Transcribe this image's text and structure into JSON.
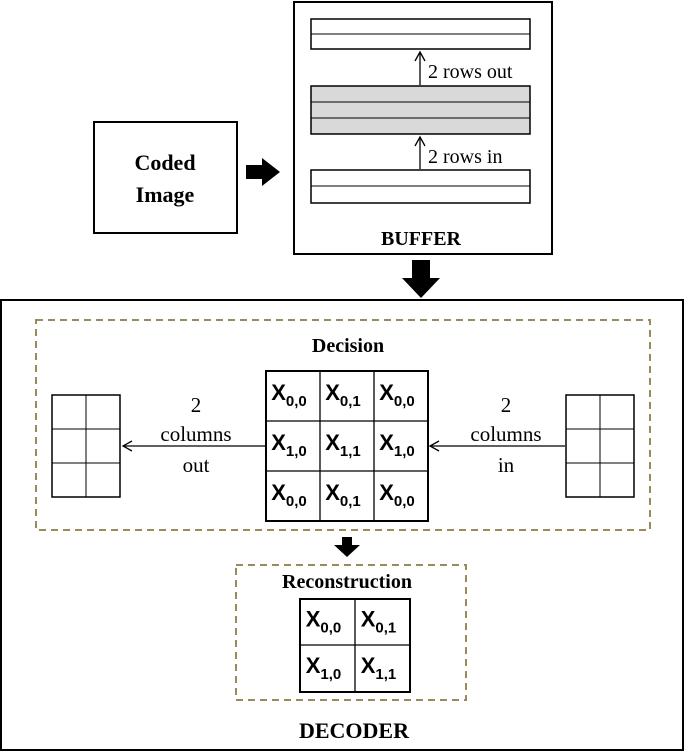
{
  "coded_image": {
    "line1": "Coded",
    "line2": "Image"
  },
  "buffer": {
    "title": "BUFFER",
    "rows_out_label": "2 rows out",
    "rows_in_label": "2 rows in"
  },
  "decoder": {
    "title": "DECODER",
    "decision": {
      "title": "Decision",
      "out_label": [
        "2",
        "columns",
        "out"
      ],
      "in_label": [
        "2",
        "columns",
        "in"
      ],
      "grid": [
        [
          {
            "base": "X",
            "sub": "0,0"
          },
          {
            "base": "X",
            "sub": "0,1"
          },
          {
            "base": "X",
            "sub": "0,0"
          }
        ],
        [
          {
            "base": "X",
            "sub": "1,0"
          },
          {
            "base": "X",
            "sub": "1,1"
          },
          {
            "base": "X",
            "sub": "1,0"
          }
        ],
        [
          {
            "base": "X",
            "sub": "0,0"
          },
          {
            "base": "X",
            "sub": "0,1"
          },
          {
            "base": "X",
            "sub": "0,0"
          }
        ]
      ]
    },
    "reconstruction": {
      "title": "Reconstruction",
      "grid": [
        [
          {
            "base": "X",
            "sub": "0,0"
          },
          {
            "base": "X",
            "sub": "0,1"
          }
        ],
        [
          {
            "base": "X",
            "sub": "1,0"
          },
          {
            "base": "X",
            "sub": "1,1"
          }
        ]
      ]
    }
  },
  "colors": {
    "stroke": "#000000",
    "buffer_fill": "#d9d9d9",
    "dashed_border": "#9b8b5a",
    "background": "#ffffff"
  }
}
